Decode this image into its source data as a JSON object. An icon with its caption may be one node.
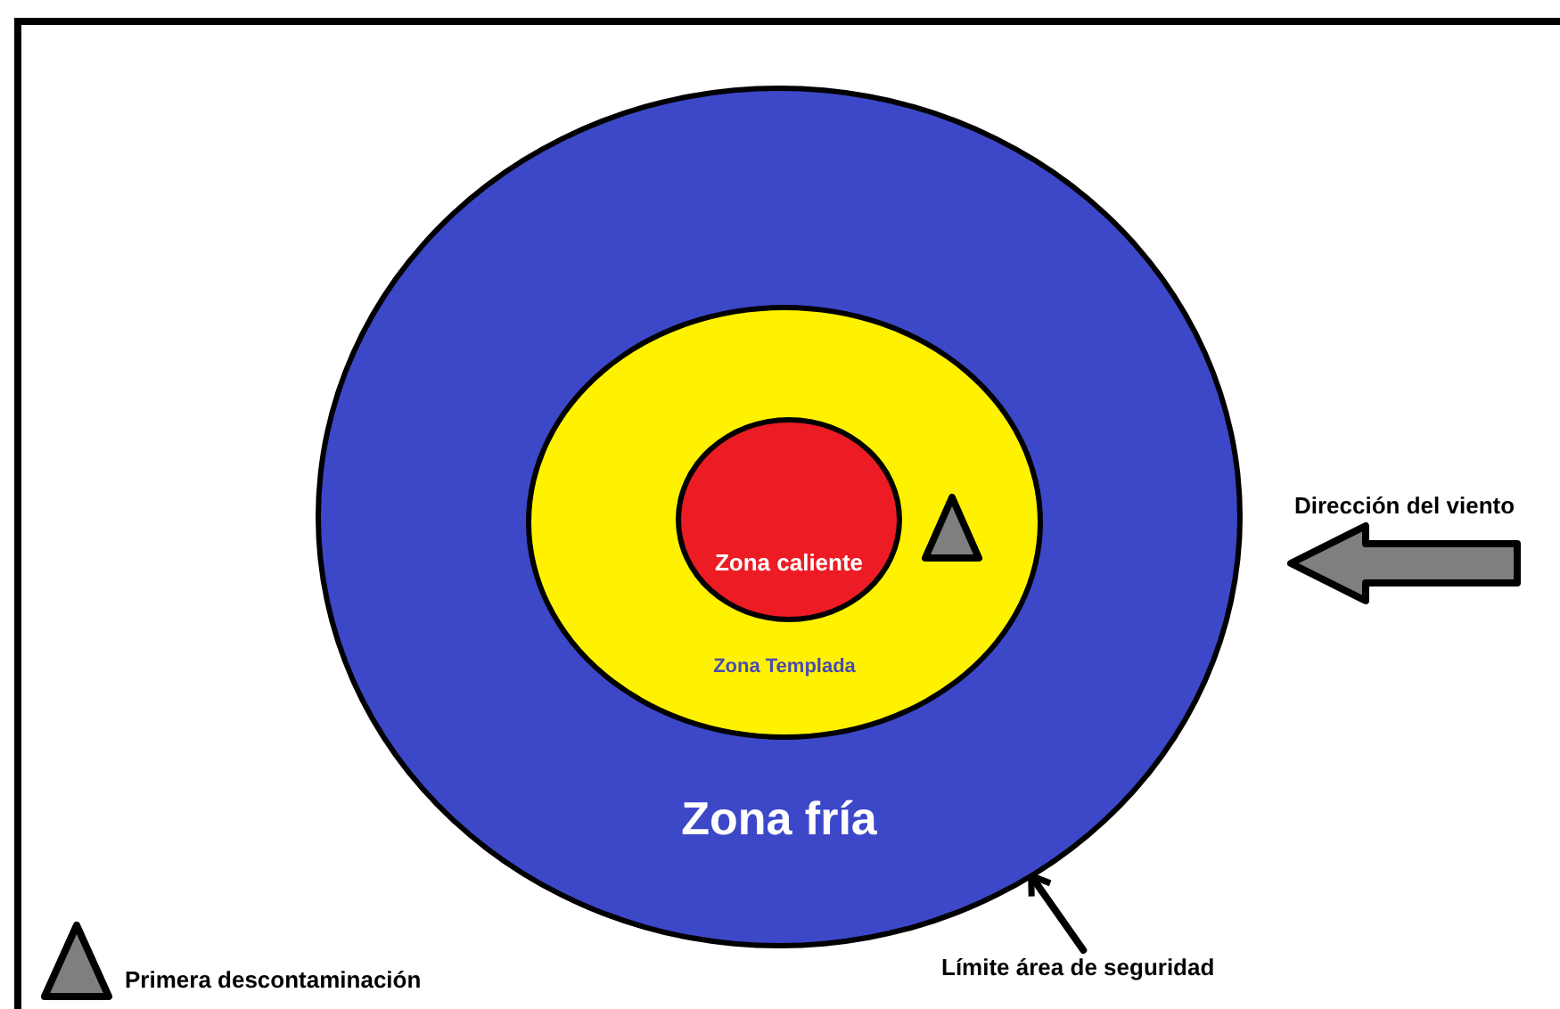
{
  "diagram": {
    "nodes": [
      {
        "text": [
          "Zona fría"
        ]
      },
      {
        "text": [
          "Zona Templada"
        ],
        "in": 0
      },
      {
        "text": [
          "Zona caliente"
        ],
        "in": 1
      },
      {
        "text": [],
        "shape": "triangle",
        "in": 1
      },
      {
        "text": [
          "Límite área de seguridad"
        ]
      }
    ],
    "edges": [
      {
        "from": 4,
        "to": 0,
        "arrow": "to"
      }
    ],
    "labels": [
      "Dirección del viento"
    ],
    "legend": [
      {
        "text": "Primera descontaminación"
      }
    ]
  }
}
